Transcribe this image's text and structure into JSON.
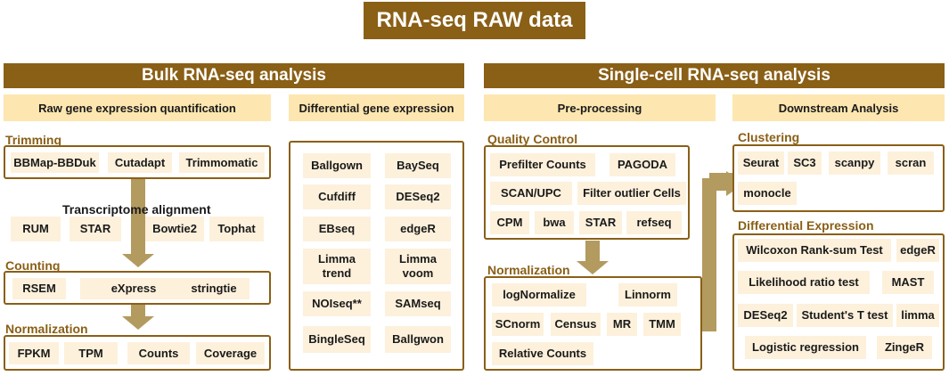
{
  "title": "RNA-seq RAW data",
  "bulk": {
    "header": "Bulk RNA-seq analysis",
    "raw_quant_header": "Raw gene expression quantification",
    "diff_header": "Differential gene expression",
    "trimming": {
      "label": "Trimming",
      "tools": [
        "BBMap-BBDuk",
        "Cutadapt",
        "Trimmomatic"
      ]
    },
    "alignment": {
      "label": "Transcriptome alignment",
      "tools": [
        "RUM",
        "STAR",
        "Bowtie2",
        "Tophat"
      ]
    },
    "counting": {
      "label": "Counting",
      "tools": [
        "RSEM",
        "eXpress",
        "stringtie"
      ]
    },
    "normalization": {
      "label": "Normalization",
      "tools": [
        "FPKM",
        "TPM",
        "Counts",
        "Coverage"
      ]
    },
    "diff_tools": [
      "Ballgown",
      "BaySeq",
      "Cufdiff",
      "DESeq2",
      "EBseq",
      "edgeR",
      "Limma\ntrend",
      "Limma\nvoom",
      "NOIseq**",
      "SAMseq",
      "BingleSeq",
      "Ballgwon"
    ]
  },
  "single_cell": {
    "header": "Single-cell RNA-seq analysis",
    "preprocessing_header": "Pre-processing",
    "downstream_header": "Downstream Analysis",
    "qc": {
      "label": "Quality Control",
      "tools": [
        "Prefilter Counts",
        "PAGODA",
        "SCAN/UPC",
        "Filter outlier Cells",
        "CPM",
        "bwa",
        "STAR",
        "refseq"
      ]
    },
    "normalization": {
      "label": "Normalization",
      "tools": [
        "logNormalize",
        "Linnorm",
        "SCnorm",
        "Census",
        "MR",
        "TMM",
        "Relative Counts"
      ]
    },
    "clustering": {
      "label": "Clustering",
      "tools": [
        "Seurat",
        "SC3",
        "scanpy",
        "scran",
        "monocle"
      ]
    },
    "diff_expression": {
      "label": "Differential Expression",
      "tools": [
        "Wilcoxon Rank-sum Test",
        "edgeR",
        "Likelihood ratio test",
        "MAST",
        "DESeq2",
        "Student's T test",
        "limma",
        "Logistic regression",
        "ZingeR"
      ]
    }
  },
  "colors": {
    "brown": "#8a5f16",
    "cream": "#fde6b0",
    "light": "#fdf1dc",
    "arrow": "#b39a5f"
  }
}
